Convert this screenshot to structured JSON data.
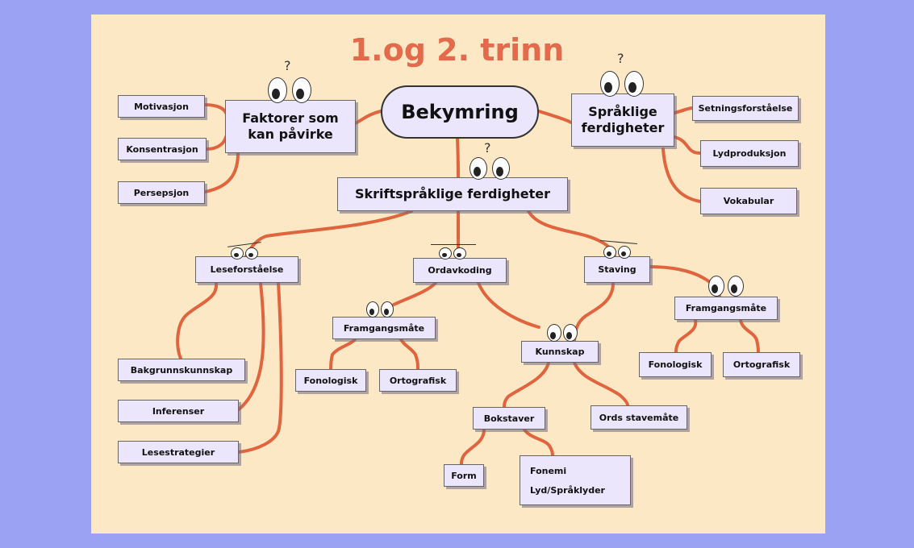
{
  "title": "1.og 2. trinn",
  "colors": {
    "background": "#9ba2f3",
    "slide": "#fde8c6",
    "node_fill": "#ebe6fb",
    "link": "#e0653f",
    "title": "#e36a4b"
  },
  "nodes": {
    "root": "Bekymring",
    "factors": "Faktorer som kan påvirke",
    "motivasjon": "Motivasjon",
    "konsentrasjon": "Konsentrasjon",
    "persepsjon": "Persepsjon",
    "spraklige": "Språklige ferdigheter",
    "setningsforstaelse": "Setningsforståelse",
    "lydproduksjon": "Lydproduksjon",
    "vokabular": "Vokabular",
    "skriftspraklige": "Skriftspråklige ferdigheter",
    "leseforstaelse": "Leseforståelse",
    "bakgrunnskunnskap": "Bakgrunnskunnskap",
    "inferenser": "Inferenser",
    "lesestrategier": "Lesestrategier",
    "ordavkoding": "Ordavkoding",
    "framgangsmate_ord": "Framgangsmåte",
    "fonologisk_ord": "Fonologisk",
    "ortografisk_ord": "Ortografisk",
    "kunnskap": "Kunnskap",
    "bokstaver": "Bokstaver",
    "ords_stavemate": "Ords stavemåte",
    "form": "Form",
    "fonemi": "Fonemi",
    "lyd_spraklyder": "Lyd/Språklyder",
    "staving": "Staving",
    "framgangsmate_stav": "Framgangsmåte",
    "fonologisk_stav": "Fonologisk",
    "ortografisk_stav": "Ortografisk"
  },
  "question_mark": "?"
}
